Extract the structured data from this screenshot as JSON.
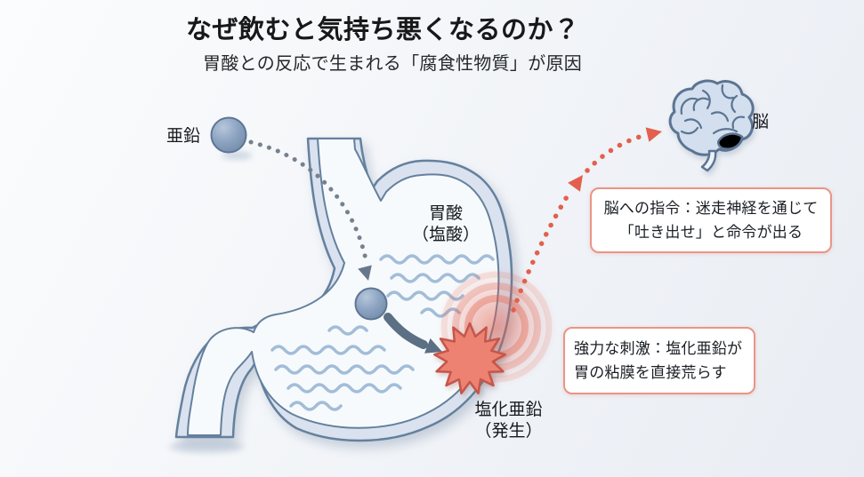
{
  "header": {
    "title": "なぜ飲むと気持ち悪くなるのか？",
    "subtitle": "胃酸との反応で生まれる「腐食性物質」が原因"
  },
  "labels": {
    "zinc": "亜鉛",
    "stomach_acid_line1": "胃酸",
    "stomach_acid_line2": "（塩酸）",
    "zinc_chloride_line1": "塩化亜鉛",
    "zinc_chloride_line2": "（発生）",
    "brain": "脳"
  },
  "callouts": {
    "brain_command": {
      "line1": "脳への指令：迷走神経を通じて",
      "line2": "「吐き出せ」と命令が出る"
    },
    "strong_stimulus": {
      "line1": "強力な刺激：塩化亜鉛が",
      "line2": "胃の粘膜を直接荒らす"
    }
  },
  "icons": {
    "stomach": "stomach-icon",
    "brain": "brain-icon",
    "zinc_particle": "sphere-icon",
    "reaction_burst": "starburst-icon",
    "pain_rings": "radiating-rings-icon",
    "swallow_path": "dotted-arrow-down-icon",
    "vagus_signal_path": "dotted-arrow-up-icon",
    "reaction_arrow": "curved-arrow-icon",
    "acid_waves": "wave-lines-icon"
  },
  "colors": {
    "accent_red": "#e2604d",
    "burst_fill": "#ed8272",
    "burst_stroke": "#c4564a",
    "callout_border": "#ea9486",
    "slate_outline": "#64809e",
    "wall_fill": "#d9e2ee",
    "interior_fill": "#f7fafc",
    "wave_blue": "#a3bdd8",
    "ball_fill": "#8ba2c0",
    "background": "#eef1f6"
  }
}
